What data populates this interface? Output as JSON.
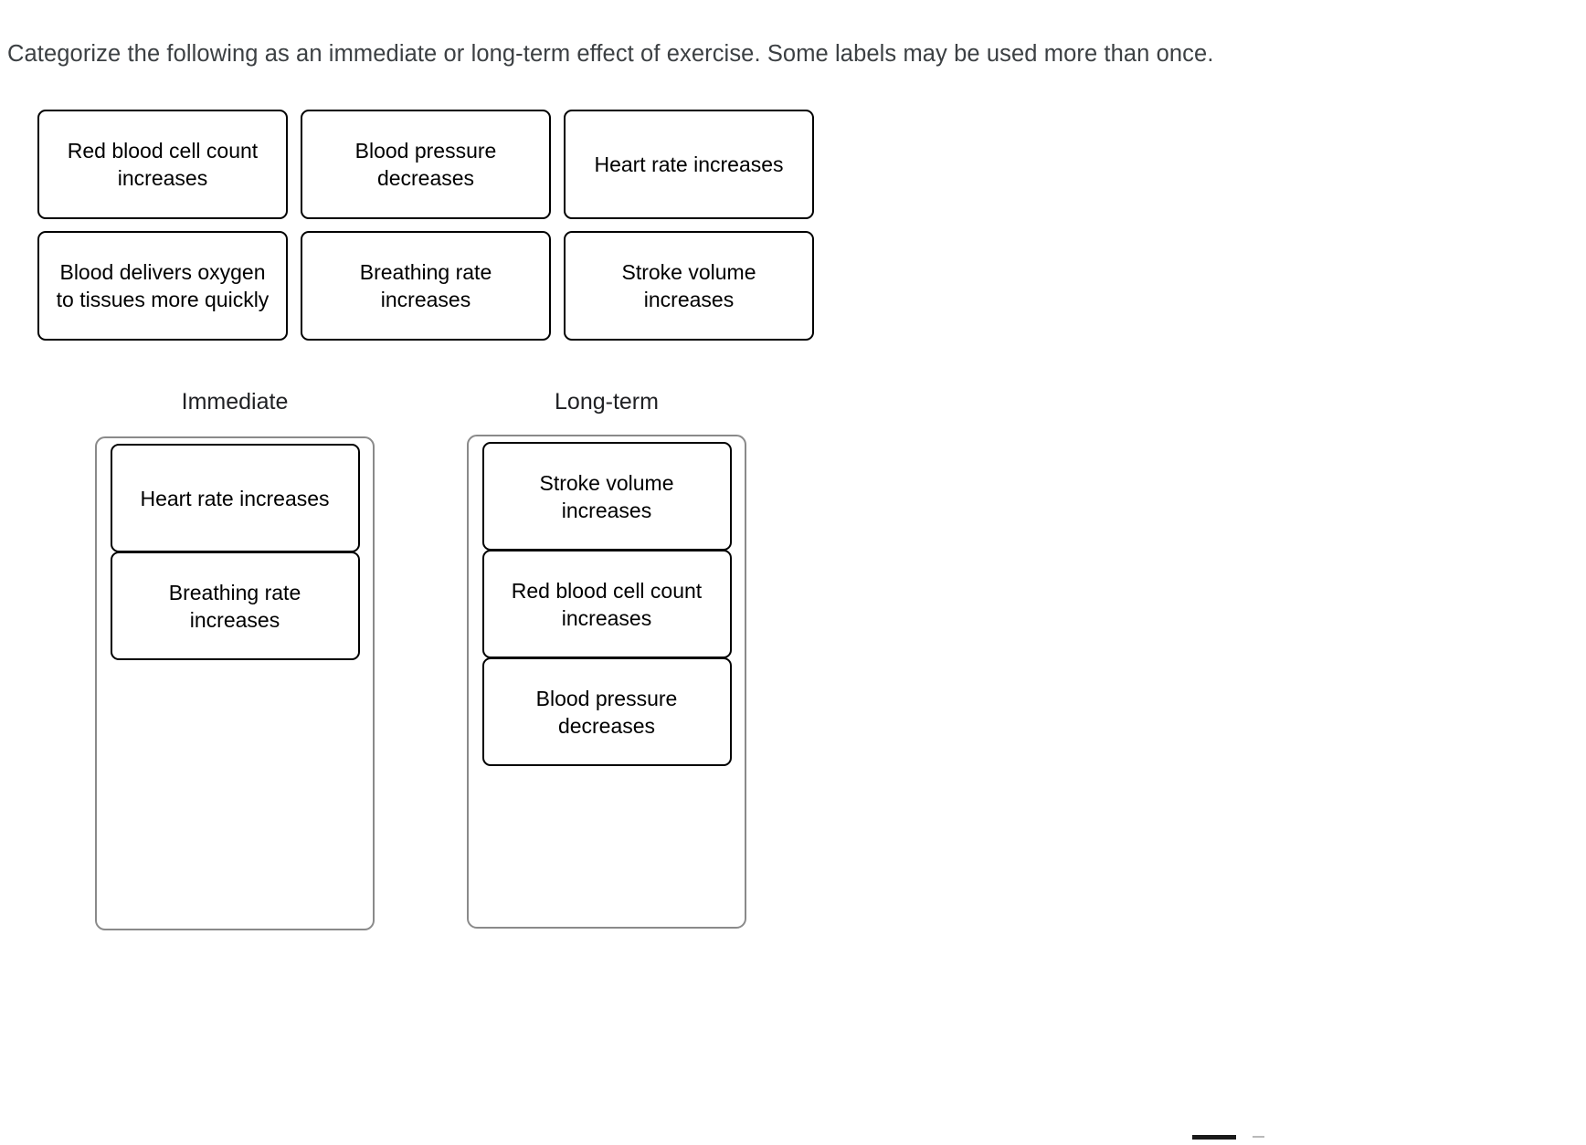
{
  "prompt": {
    "text": "Categorize the following as an immediate or long-term effect of exercise. Some labels may be used more than once."
  },
  "tile_bank": {
    "rows": [
      [
        {
          "label": "Red blood cell count increases"
        },
        {
          "label": "Blood pressure decreases"
        },
        {
          "label": "Heart rate increases"
        }
      ],
      [
        {
          "label": "Blood delivers oxygen to tissues more quickly"
        },
        {
          "label": "Breathing rate increases"
        },
        {
          "label": "Stroke volume increases"
        }
      ]
    ]
  },
  "categories": [
    {
      "header": "Immediate",
      "placed": [
        {
          "label": "Heart rate increases"
        },
        {
          "label": "Breathing rate increases"
        }
      ]
    },
    {
      "header": "Long-term",
      "placed": [
        {
          "label": "Stroke volume increases"
        },
        {
          "label": "Red blood cell count increases"
        },
        {
          "label": "Blood pressure decreases"
        }
      ]
    }
  ],
  "colors": {
    "tile_border": "#000000",
    "dropzone_border": "#8a8a8a",
    "prompt_text": "#3c4043",
    "header_text": "#202124",
    "background": "#ffffff"
  }
}
